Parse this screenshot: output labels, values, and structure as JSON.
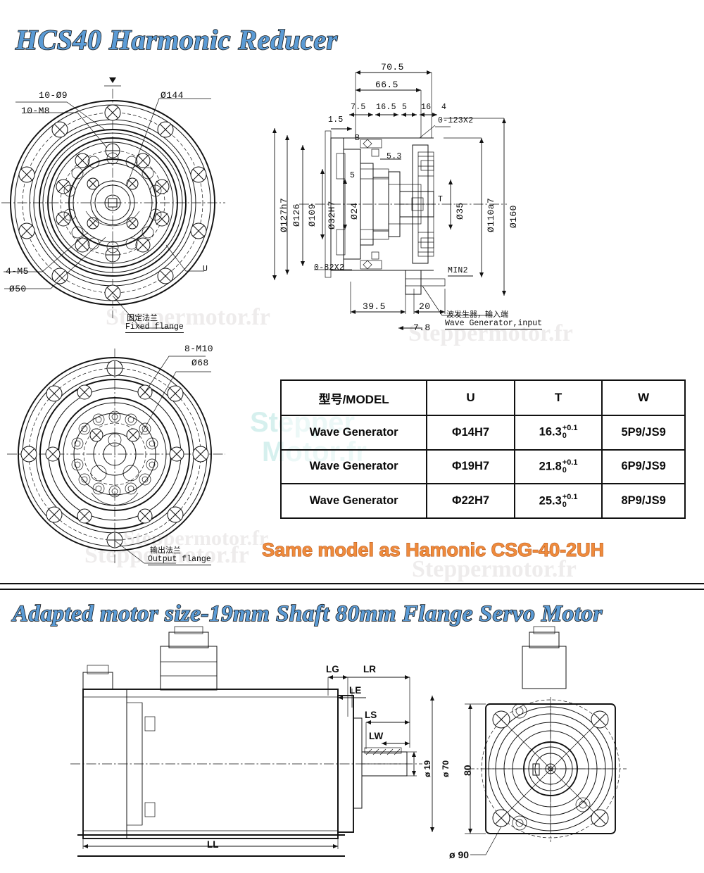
{
  "titles": {
    "main": "HCS40 Harmonic Reducer",
    "motor_section": "Adapted motor size-19mm Shaft 80mm Flange Servo Motor",
    "same_model_note": "Same model as Hamonic CSG-40-2UH"
  },
  "watermarks": {
    "w1": "Steppermotor.fr",
    "w2": "Steppermotor.fr",
    "w3": "Steppermotor.fr",
    "w4": "Steppermotor.fr",
    "w5": "Steppermotor.fr",
    "green1": "Stepper",
    "green2": "Motor.fr"
  },
  "table": {
    "headers": [
      "型号/MODEL",
      "U",
      "T",
      "W"
    ],
    "rows": [
      {
        "model": "Wave Generator",
        "u": "Φ14H7",
        "t_base": "16.3",
        "t_up": "+0.1",
        "t_dn": "0",
        "w": "5P9/JS9"
      },
      {
        "model": "Wave Generator",
        "u": "Φ19H7",
        "t_base": "21.8",
        "t_up": "+0.1",
        "t_dn": "0",
        "w": "6P9/JS9"
      },
      {
        "model": "Wave Generator",
        "u": "Φ22H7",
        "t_base": "25.3",
        "t_up": "+0.1",
        "t_dn": "0",
        "w": "8P9/JS9"
      }
    ]
  },
  "front_view": {
    "label_10_d9": "10-Ø9",
    "label_10_m8": "10-M8",
    "label_d144": "Ø144",
    "label_4_m5": "4-M5",
    "label_d50": "Ø50",
    "label_u": "U",
    "caption_cjk": "固定法兰",
    "caption_en": "Fixed flange"
  },
  "rear_view": {
    "label_8_m10": "8-M10",
    "label_d68": "Ø68",
    "caption_cjk": "输出法兰",
    "caption_en": "Output flange"
  },
  "section_view": {
    "top_dims": [
      "70.5",
      "66.5",
      "7.5",
      "16.5",
      "5",
      "16",
      "4",
      "1.5"
    ],
    "d_70_5": "70.5",
    "d_66_5": "66.5",
    "d_7_5": "7.5",
    "d_16_5": "16.5",
    "d_5a": "5",
    "d_16": "16",
    "d_4": "4",
    "d_1_5": "1.5",
    "d_5b": "5",
    "d_5_3": "5.3",
    "thread_0_123": "0-123X2",
    "thread_0_82": "0-82X2",
    "dia_127h7": "Ø127h7",
    "dia_126": "Ø126",
    "dia_109": "Ø109",
    "dia_32h7": "Ø32H7",
    "dia_24": "Ø24",
    "dia_35": "Ø35",
    "dia_110a7": "Ø110a7",
    "dia_160": "Ø160",
    "label_min2": "MIN2",
    "bottom_39_5": "39.5",
    "bottom_20": "20",
    "bottom_7_8": "7.8",
    "caption_cjk": "波发生器，输入端",
    "caption_en": "Wave Generator,input",
    "mark_b": "B",
    "mark_t": "T"
  },
  "motor_view": {
    "labels": [
      "LG",
      "LR",
      "LE",
      "LS",
      "LW",
      "LL"
    ],
    "lg": "LG",
    "lr": "LR",
    "le": "LE",
    "ls": "LS",
    "lw": "LW",
    "ll": "LL",
    "shaft_dia": "ø 19",
    "body_dia": "ø 70",
    "flange_size": "80",
    "bolt_circle": "ø 90"
  },
  "colors": {
    "title_blue": "#5b9bd5",
    "title_outline": "#1a1a1a",
    "orange": "#ef8b3c",
    "orange_outline": "#b4551a",
    "line": "#111111",
    "watermark": "rgba(120,110,105,0.13)",
    "watermark_green": "rgba(120,205,200,0.30)"
  }
}
